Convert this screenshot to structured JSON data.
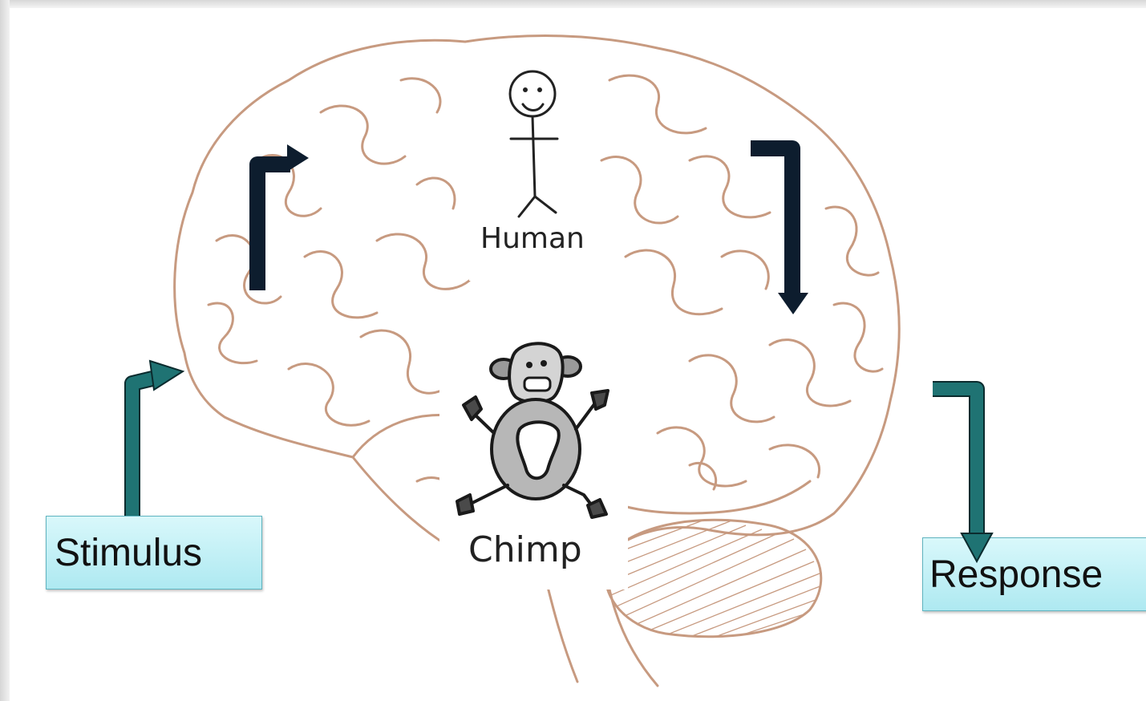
{
  "labels": {
    "stimulus": "Stimulus",
    "response": "Response",
    "human": "Human",
    "chimp": "Chimp"
  },
  "icons": {
    "brain": "brain-outline-illustration",
    "human": "stick-figure",
    "chimp": "chimp-cartoon",
    "arrows": [
      "stimulus-arrow",
      "up-arrow",
      "down-arrow",
      "response-arrow"
    ]
  },
  "colors": {
    "brain_outline": "#c79a80",
    "teal_arrow": "#1f7373",
    "navy_arrow": "#0d1d2e",
    "label_fill": "#b8eef4",
    "label_border": "#5fb4c0"
  }
}
